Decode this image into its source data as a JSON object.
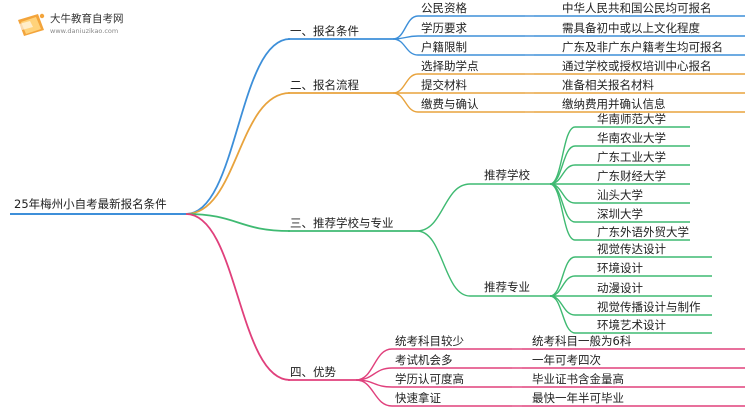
{
  "brand": {
    "name": "大牛教育自考网",
    "url": "www.daniuzikao.com"
  },
  "colors": {
    "blue": "#3d8fd9",
    "orange": "#e8a33d",
    "green": "#3fba72",
    "pink": "#e0407c",
    "text": "#222222"
  },
  "root": {
    "label": "25年梅州小自考最新报名条件"
  },
  "branches": [
    {
      "label": "一、报名条件",
      "color": "blue",
      "children": [
        {
          "label": "公民资格",
          "value": "中华人民共和国公民均可报名"
        },
        {
          "label": "学历要求",
          "value": "需具备初中或以上文化程度"
        },
        {
          "label": "户籍限制",
          "value": "广东及非广东户籍考生均可报名"
        }
      ]
    },
    {
      "label": "二、报名流程",
      "color": "orange",
      "children": [
        {
          "label": "选择助学点",
          "value": "通过学校或授权培训中心报名"
        },
        {
          "label": "提交材料",
          "value": "准备相关报名材料"
        },
        {
          "label": "缴费与确认",
          "value": "缴纳费用并确认信息"
        }
      ]
    },
    {
      "label": "三、推荐学校与专业",
      "color": "green",
      "groups": [
        {
          "label": "推荐学校",
          "items": [
            "华南师范大学",
            "华南农业大学",
            "广东工业大学",
            "广东财经大学",
            "汕头大学",
            "深圳大学",
            "广东外语外贸大学"
          ]
        },
        {
          "label": "推荐专业",
          "items": [
            "视觉传达设计",
            "环境设计",
            "动漫设计",
            "视觉传播设计与制作",
            "环境艺术设计"
          ]
        }
      ]
    },
    {
      "label": "四、优势",
      "color": "pink",
      "children": [
        {
          "label": "统考科目较少",
          "value": "统考科目一般为6科"
        },
        {
          "label": "考试机会多",
          "value": "一年可考四次"
        },
        {
          "label": "学历认可度高",
          "value": "毕业证书含金量高"
        },
        {
          "label": "快速拿证",
          "value": "最快一年半可毕业"
        }
      ]
    }
  ]
}
